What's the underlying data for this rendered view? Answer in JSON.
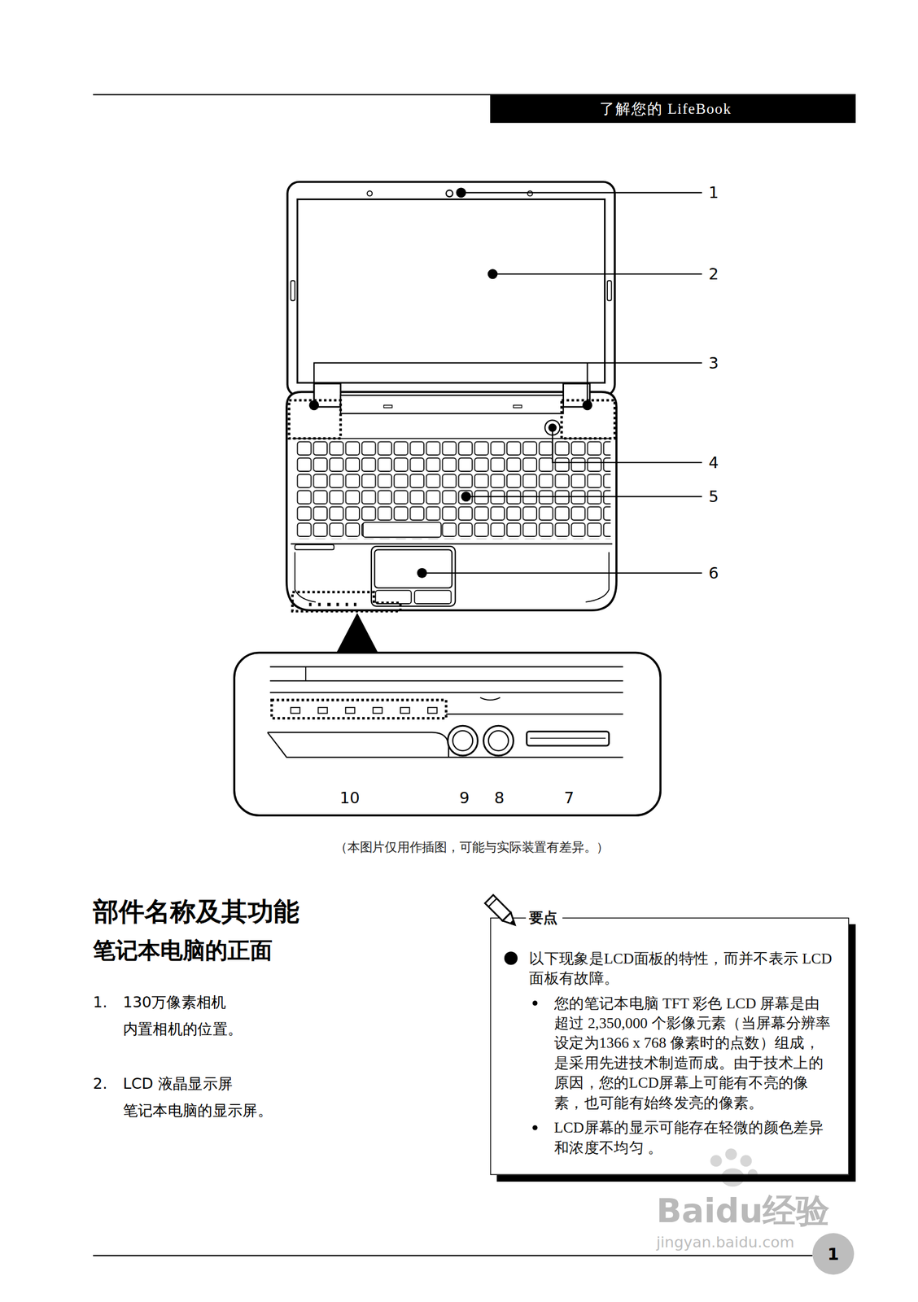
{
  "diagram": {
    "title": "部件名称及其功能",
    "caption": "（本图片仅用作插图，可能与实际装置有差异。）",
    "nodes": [
      {
        "text": [
          "了解您的 LifeBook"
        ]
      },
      {
        "text": [
          "要点",
          "以下现象是LCD面板的特性，而并不表示 LCD 面板有故障。",
          "您的笔记本电脑 TFT 彩色 LCD 屏幕是由超过 2,350,000 个影像元素（当屏幕分辨率设定为1366 x 768 像素时的点数）组成，是采用先进技术制造而成。由于技术上的原因，您的LCD屏幕上可能有不亮的像素，也可能有始终发亮的像素。",
          "LCD屏幕的显示可能存在轻微的颜色差异和浓度不均匀 。"
        ]
      },
      {
        "text": [
          "1"
        ]
      }
    ],
    "labels": [
      "1",
      "2",
      "3",
      "4",
      "5",
      "6",
      "10",
      "9",
      "8",
      "7",
      "笔记本电脑的正面",
      "1.",
      "130万像素相机",
      "内置相机的位置。",
      "2.",
      "LCD 液晶显示屏",
      "笔记本电脑的显示屏。",
      "Baidu经验",
      "jingyan.baidu.com"
    ]
  }
}
